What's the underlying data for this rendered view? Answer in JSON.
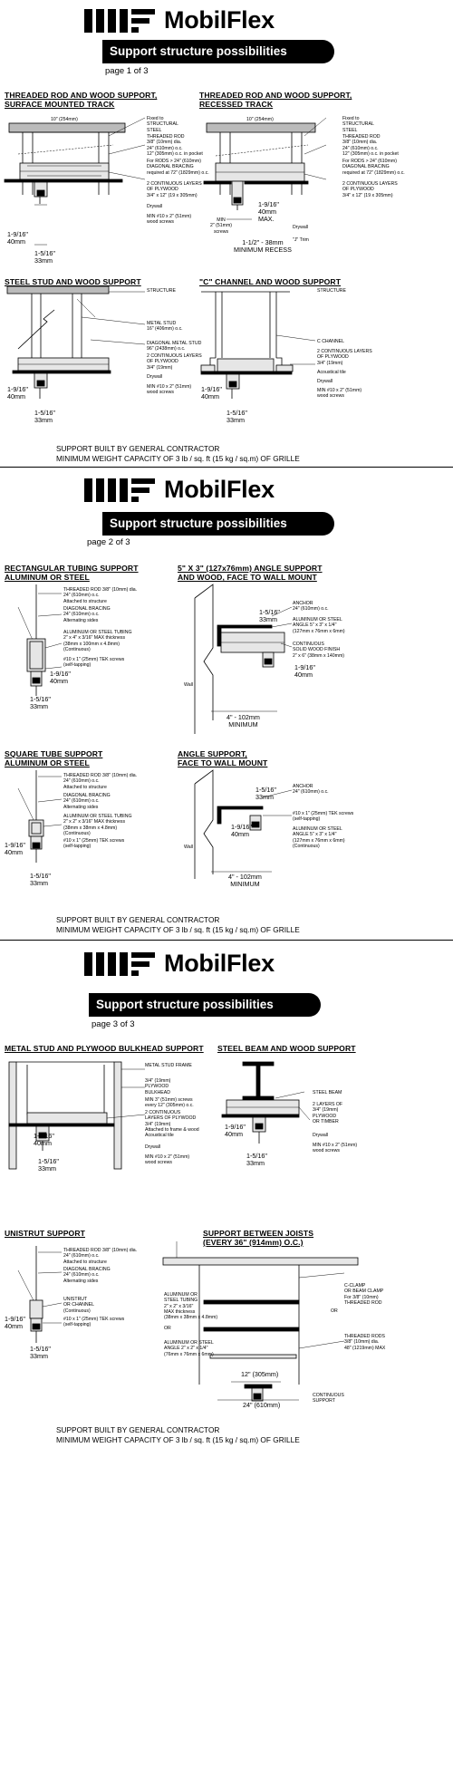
{
  "brand": "MobilFlex",
  "banner_title": "Support structure possibilities",
  "page_labels": [
    "page 1 of 3",
    "page 2 of 3",
    "page 3 of 3"
  ],
  "footer": {
    "line1": "SUPPORT BUILT BY GENERAL CONTRACTOR",
    "line2": "MINIMUM WEIGHT CAPACITY OF 3 lb / sq. ft (15 kg / sq.m) OF GRILLE"
  },
  "page1": {
    "s1_title": "THREADED ROD AND WOOD SUPPORT,\nSURFACE MOUNTED TRACK",
    "s1_labels": {
      "width": "10\" (254mm)",
      "fixed": "Fixed to\nSTRUCTURAL\nSTEEL",
      "rod": "THREADED ROD\n3/8\" (10mm) dia.\n24\" (610mm) o.c.\n12\" (305mm) o.c. in pocket",
      "rods72": "For RODS > 24\" (610mm)\nDIAGONAL BRACING\nrequired at 72\" (1829mm) o.c.",
      "plywood": "2 CONTINUOUS LAYERS\nOF PLYWOOD\n3/4\" x 12\" (19 x 305mm)",
      "drywall": "Drywall",
      "screws": "MIN #10 x 2\" (51mm)\nwood screws",
      "dim_a": "1-9/16\"\n40mm",
      "dim_b": "1-5/16\"\n33mm"
    },
    "s2_title": "THREADED ROD AND WOOD SUPPORT,\nRECESSED TRACK",
    "s2_labels": {
      "width": "10\" (254mm)",
      "fixed": "Fixed to\nSTRUCTURAL\nSTEEL",
      "rod": "THREADED ROD\n3/8\" (10mm) dia.\n24\" (610mm) o.c.\n12\" (305mm) o.c. in pocket",
      "rods72": "For RODS > 24\" (610mm)\nDIAGONAL BRACING\nrequired at 72\" (1829mm) o.c.",
      "plywood": "2 CONTINUOUS LAYERS\nOF PLYWOOD\n3/4\" x 12\" (19 x 305mm)",
      "min_screws": "MIN\n2\" (51mm)\nscrews",
      "dim_max": "1-9/16\"\n40mm\nMAX.",
      "drywall": "Drywall",
      "jtrim": "\"J\" Trim",
      "recess": "1-1/2\" - 38mm\nMINIMUM RECESS"
    },
    "s3_title": "STEEL STUD AND WOOD SUPPORT",
    "s3_labels": {
      "structure": "STRUCTURE",
      "stud": "METAL STUD\n16\" (406mm) o.c.",
      "diag": "DIAGONAL METAL STUD\n96\" (2438mm) o.c.",
      "plywood": "2 CONTINUOUS LAYERS\nOF PLYWOOD\n3/4\" (19mm)",
      "drywall": "Drywall",
      "screws": "MIN #10 x 2\" (51mm)\nwood screws",
      "dim_a": "1-9/16\"\n40mm",
      "dim_b": "1-5/16\"\n33mm"
    },
    "s4_title": "\"C\" CHANNEL AND WOOD SUPPORT",
    "s4_labels": {
      "structure": "STRUCTURE",
      "channel": "C CHANNEL",
      "plywood": "2 CONTINUOUS LAYERS\nOF PLYWOOD\n3/4\" (19mm)",
      "tile": "Acoustical tile",
      "drywall": "Drywall",
      "screws": "MIN #10 x 2\" (51mm)\nwood screws",
      "dim_a": "1-9/16\"\n40mm",
      "dim_b": "1-5/16\"\n33mm"
    }
  },
  "page2": {
    "s1_title": "RECTANGULAR TUBING SUPPORT\nALUMINUM OR STEEL",
    "s1_labels": {
      "rod": "THREADED ROD 3/8\" (10mm) dia.\n24\" (610mm) o.c.\nAttached to structure",
      "bracing": "DIAGONAL BRACING\n24\" (610mm) o.c.\nAlternating sides",
      "tubing": "ALUMINUM OR STEEL TUBING\n2\" x 4\" x 3/16\" MAX thickness\n(38mm x 100mm x 4.8mm)\n(Continuous)",
      "tek": "#10 x 1\" (25mm) TEK screws\n(self-tapping)",
      "dim_a": "1-9/16\"\n40mm",
      "dim_b": "1-5/16\"\n33mm"
    },
    "s2_title": "5\" X 3\" (127x76mm) ANGLE SUPPORT\nAND WOOD, FACE TO WALL MOUNT",
    "s2_labels": {
      "anchor": "ANCHOR\n24\" (610mm) o.c.",
      "angle": "ALUMINUM OR STEEL\nANGLE 5\" x 3\" x 1/4\"\n(127mm x 76mm x 6mm)",
      "wood": "CONTINUOUS\nSOLID WOOD FINISH\n2\" x 6\" (38mm x 140mm)",
      "dim_top": "1-5/16\"\n33mm",
      "dim_a": "1-9/16\"\n40mm",
      "wall": "Wall",
      "dim_min": "4\" - 102mm\nMINIMUM"
    },
    "s3_title": "SQUARE TUBE SUPPORT\nALUMINUM OR STEEL",
    "s3_labels": {
      "rod": "THREADED ROD 3/8\" (10mm) dia.\n24\" (610mm) o.c.\nAttached to structure",
      "bracing": "DIAGONAL BRACING\n24\" (610mm) o.c.\nAlternating sides",
      "tubing": "ALUMINUM OR STEEL TUBING\n2\" x 2\" x 3/16\" MAX thickness\n(38mm x 38mm x 4.8mm)\n(Continuous)",
      "tek": "#10 x 1\" (25mm) TEK screws\n(self-tapping)",
      "dim_a": "1-9/16\"\n40mm",
      "dim_b": "1-5/16\"\n33mm"
    },
    "s4_title": "ANGLE SUPPORT,\nFACE TO WALL MOUNT",
    "s4_labels": {
      "anchor": "ANCHOR\n24\" (610mm) o.c.",
      "tek": "#10 x 1\" (25mm) TEK screws\n(self-tapping)",
      "angle": "ALUMINUM OR STEEL\nANGLE 5\" x 3\" x 1/4\"\n(127mm x 76mm x 6mm)\n(Continuous)",
      "dim_top": "1-5/16\"\n33mm",
      "dim_a": "1-9/16\"\n40mm",
      "wall": "Wall",
      "dim_min": "4\" - 102mm\nMINIMUM"
    }
  },
  "page3": {
    "s1_title": "METAL STUD AND PLYWOOD BULKHEAD SUPPORT",
    "s1_labels": {
      "frame": "METAL STUD FRAME",
      "bulkhead": "3/4\" (19mm)\nPLYWOOD\nBULKHEAD",
      "min_screws": "MIN 3\" (51mm) screws\nevery 12\" (305mm) o.c.",
      "plywood": "2 CONTINUOUS\nLAYERS OF PLYWOOD\n3/4\" (19mm)\nAttached to frame & wood",
      "tile": "Acoustical tile",
      "drywall": "Drywall",
      "screws": "MIN #10 x 2\" (51mm)\nwood screws",
      "dim_a": "1-9/16\"\n40mm",
      "dim_b": "1-5/16\"\n33mm"
    },
    "s2_title": "STEEL BEAM AND WOOD SUPPORT",
    "s2_labels": {
      "beam": "STEEL BEAM",
      "plywood": "2 LAYERS OF\n3/4\" (19mm)\nPLYWOOD\nOR TIMBER",
      "drywall": "Drywall",
      "screws": "MIN #10 x 2\" (51mm)\nwood screws",
      "dim_a": "1-9/16\"\n40mm",
      "dim_b": "1-5/16\"\n33mm"
    },
    "s3_title": "UNISTRUT SUPPORT",
    "s3_labels": {
      "rod": "THREADED ROD 3/8\" (10mm) dia.\n24\" (610mm) o.c.\nAttached to structure",
      "bracing": "DIAGONAL BRACING\n24\" (610mm) o.c.\nAlternating sides",
      "unistrut": "UNISTRUT\nOR CHANNEL\n(Continuous)",
      "tek": "#10 x 1\" (25mm) TEK screws\n(self-tapping)",
      "dim_a": "1-9/16\"\n40mm",
      "dim_b": "1-5/16\"\n33mm"
    },
    "s4_title": "SUPPORT BETWEEN JOISTS\n(EVERY 36\" (914mm) O.C.)",
    "s4_labels": {
      "tubing": "ALUMINUM OR\nSTEEL TUBING\n2\" x 2\" x 3/16\"\nMAX thickness\n(38mm x 38mm x 4.8mm)",
      "or1": "OR",
      "angle": "ALUMINUM OR STEEL\nANGLE 2\" x 2\" x 1/4\"\n(76mm x 76mm x 6mm)",
      "clamp": "C-CLAMP\nOR BEAM CLAMP\nFor 3/8\" (10mm)\nTHREADED ROD",
      "or2": "OR",
      "rods": "THREADED RODS\n3/8\" (10mm) dia.\n48\" (1219mm) MAX",
      "dim_12": "12\" (305mm)",
      "support": "CONTINUOUS\nSUPPORT",
      "dim_24": "24\" (610mm)"
    }
  }
}
